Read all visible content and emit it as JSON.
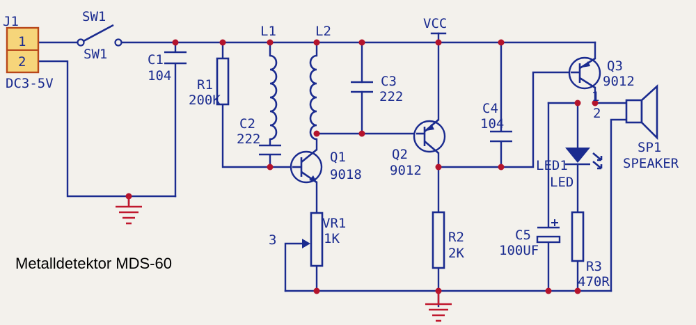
{
  "title": "Metalldetektor MDS-60",
  "connector": {
    "ref": "J1",
    "pin1": "1",
    "pin2": "2",
    "value": "DC3-5V"
  },
  "switch": {
    "ref_top": "SW1",
    "ref_bottom": "SW1"
  },
  "capacitors": [
    {
      "ref": "C1",
      "value": "104"
    },
    {
      "ref": "C2",
      "value": "222"
    },
    {
      "ref": "C3",
      "value": "222"
    },
    {
      "ref": "C4",
      "value": "104"
    },
    {
      "ref": "C5",
      "value": "100UF"
    }
  ],
  "resistors": [
    {
      "ref": "R1",
      "value": "200K"
    },
    {
      "ref": "R2",
      "value": "2K"
    },
    {
      "ref": "R3",
      "value": "470R"
    }
  ],
  "inductors": [
    {
      "ref": "L1"
    },
    {
      "ref": "L2"
    }
  ],
  "transistors": [
    {
      "ref": "Q1",
      "value": "9018"
    },
    {
      "ref": "Q2",
      "value": "9012"
    },
    {
      "ref": "Q3",
      "value": "9012"
    }
  ],
  "potentiometer": {
    "ref": "VR1",
    "value": "1K",
    "pin": "3"
  },
  "led": {
    "ref": "LED1",
    "value": "LED"
  },
  "speaker": {
    "ref": "SP1",
    "value": "SPEAKER",
    "pin1": "1",
    "pin2": "2"
  },
  "supply": {
    "label": "VCC"
  },
  "colors": {
    "wire": "#1a2b8f",
    "node": "#b4142c",
    "ground": "#c0182e",
    "connector_fill": "#f6d57a",
    "background": "#f3f1ec"
  }
}
